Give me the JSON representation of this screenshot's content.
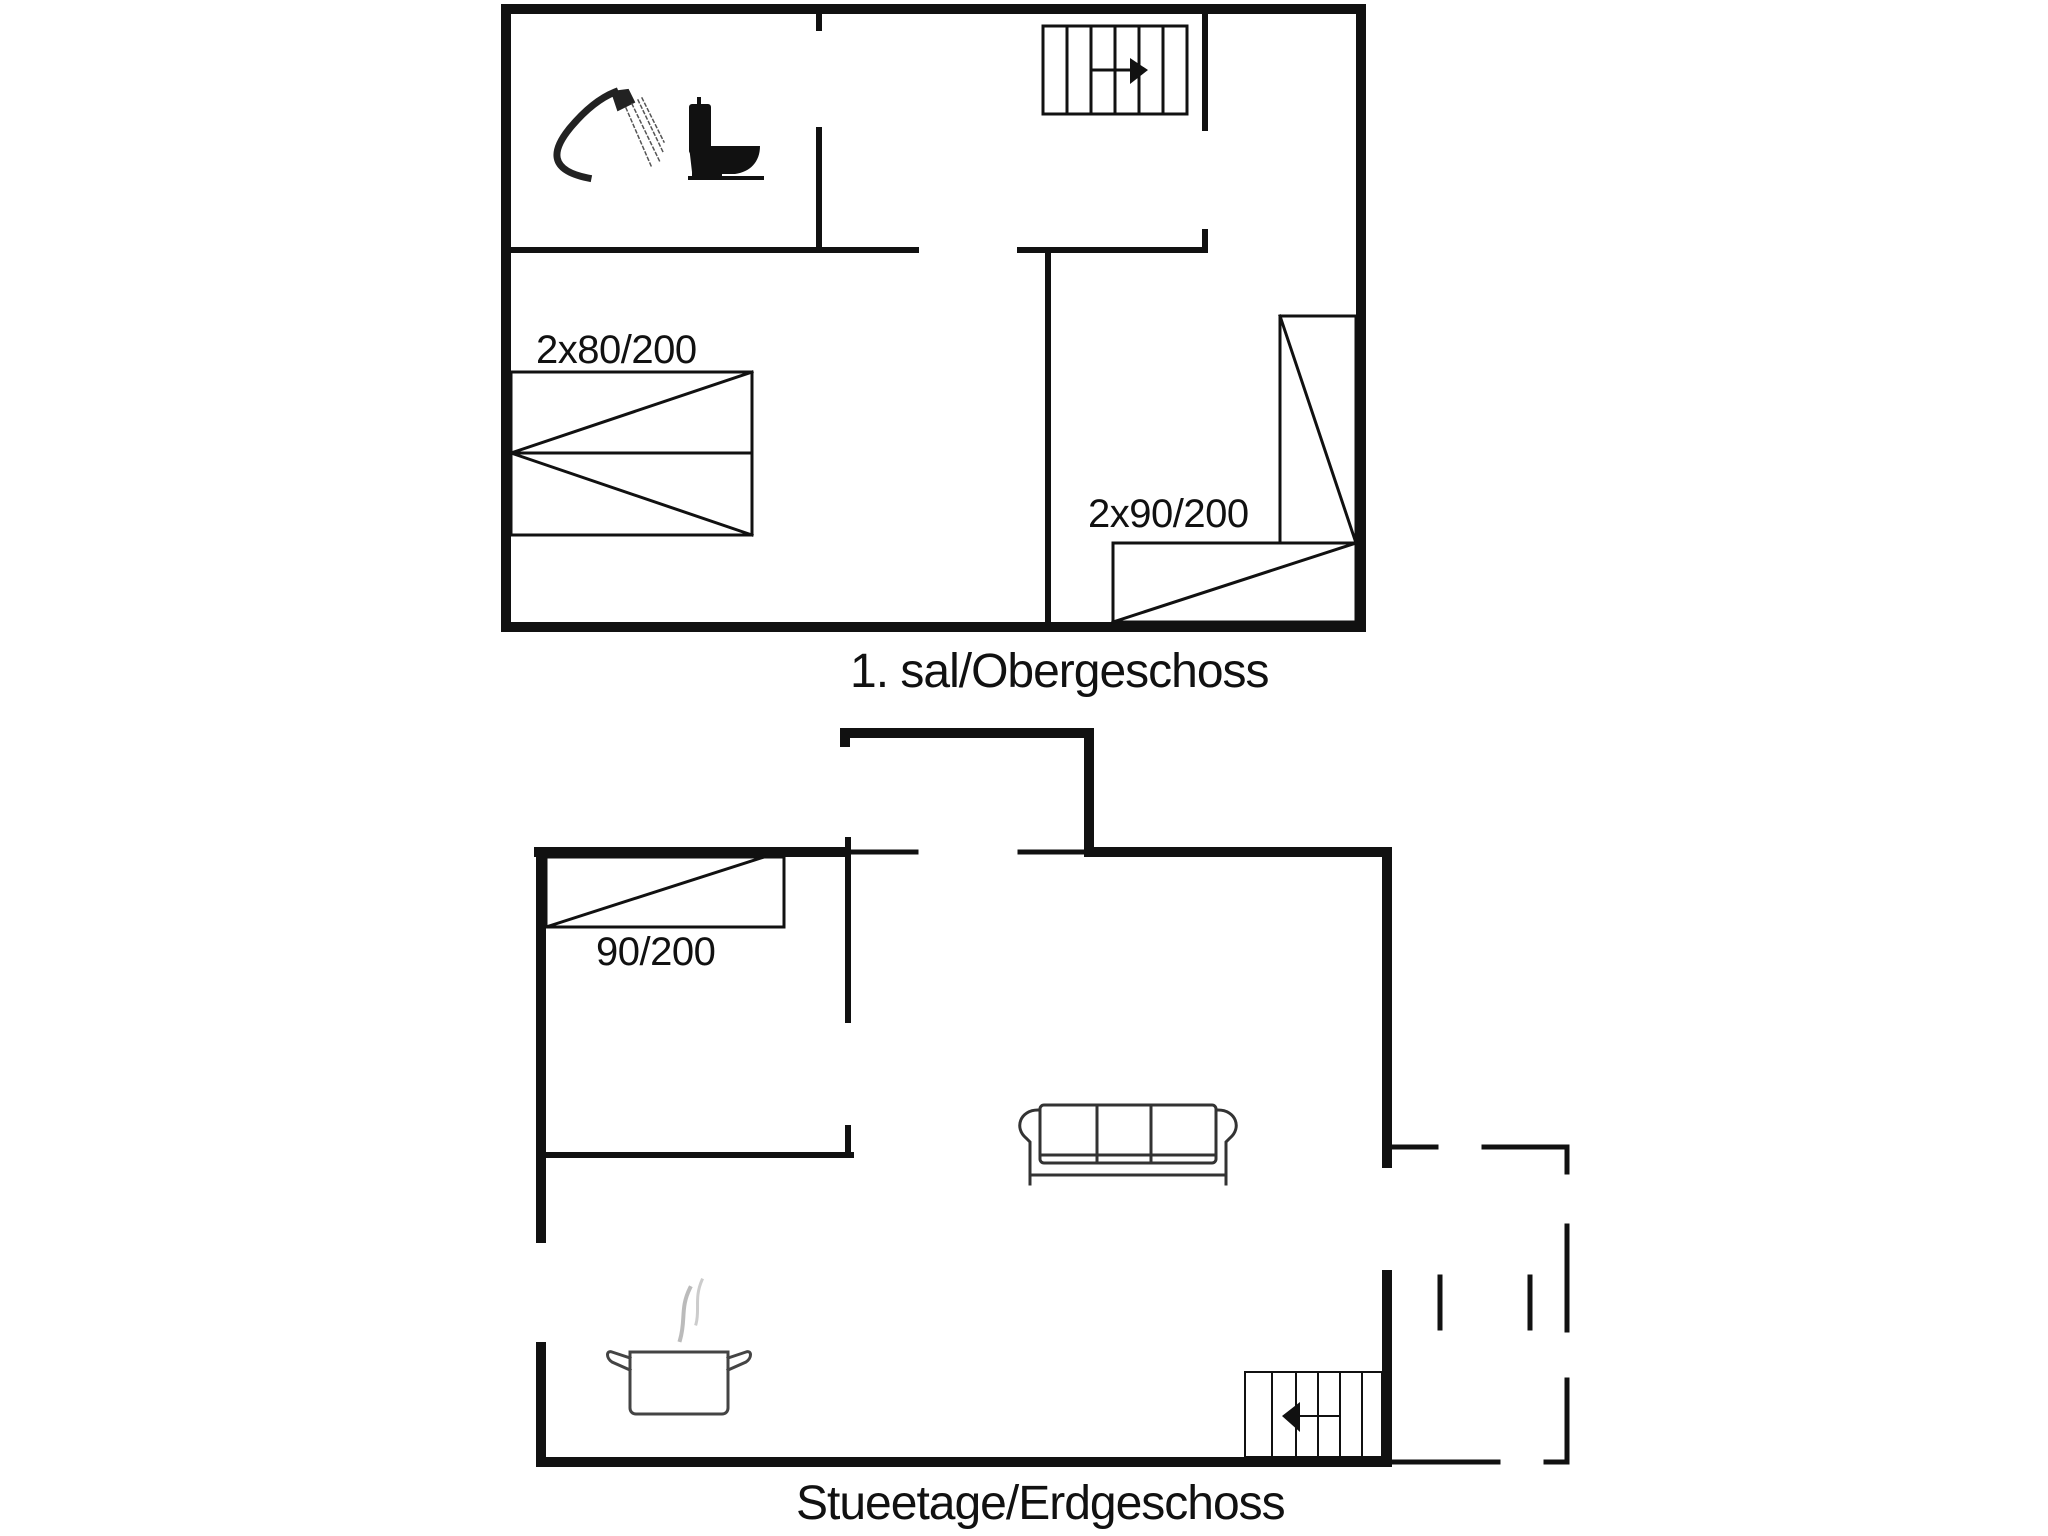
{
  "floors": [
    {
      "id": "upper",
      "label": "1. sal/Obergeschoss",
      "beds": [
        {
          "label": "2x80/200"
        },
        {
          "label": "2x90/200"
        }
      ],
      "fixtures": [
        "shower-icon",
        "toilet-icon",
        "stairs-icon"
      ]
    },
    {
      "id": "ground",
      "label": "Stueetage/Erdgeschoss",
      "beds": [
        {
          "label": "90/200"
        }
      ],
      "fixtures": [
        "sofa-icon",
        "cooking-pot-icon",
        "stairs-icon"
      ]
    }
  ],
  "colors": {
    "wall": "#111111",
    "background": "#ffffff",
    "fixture_gray": "#555555"
  }
}
